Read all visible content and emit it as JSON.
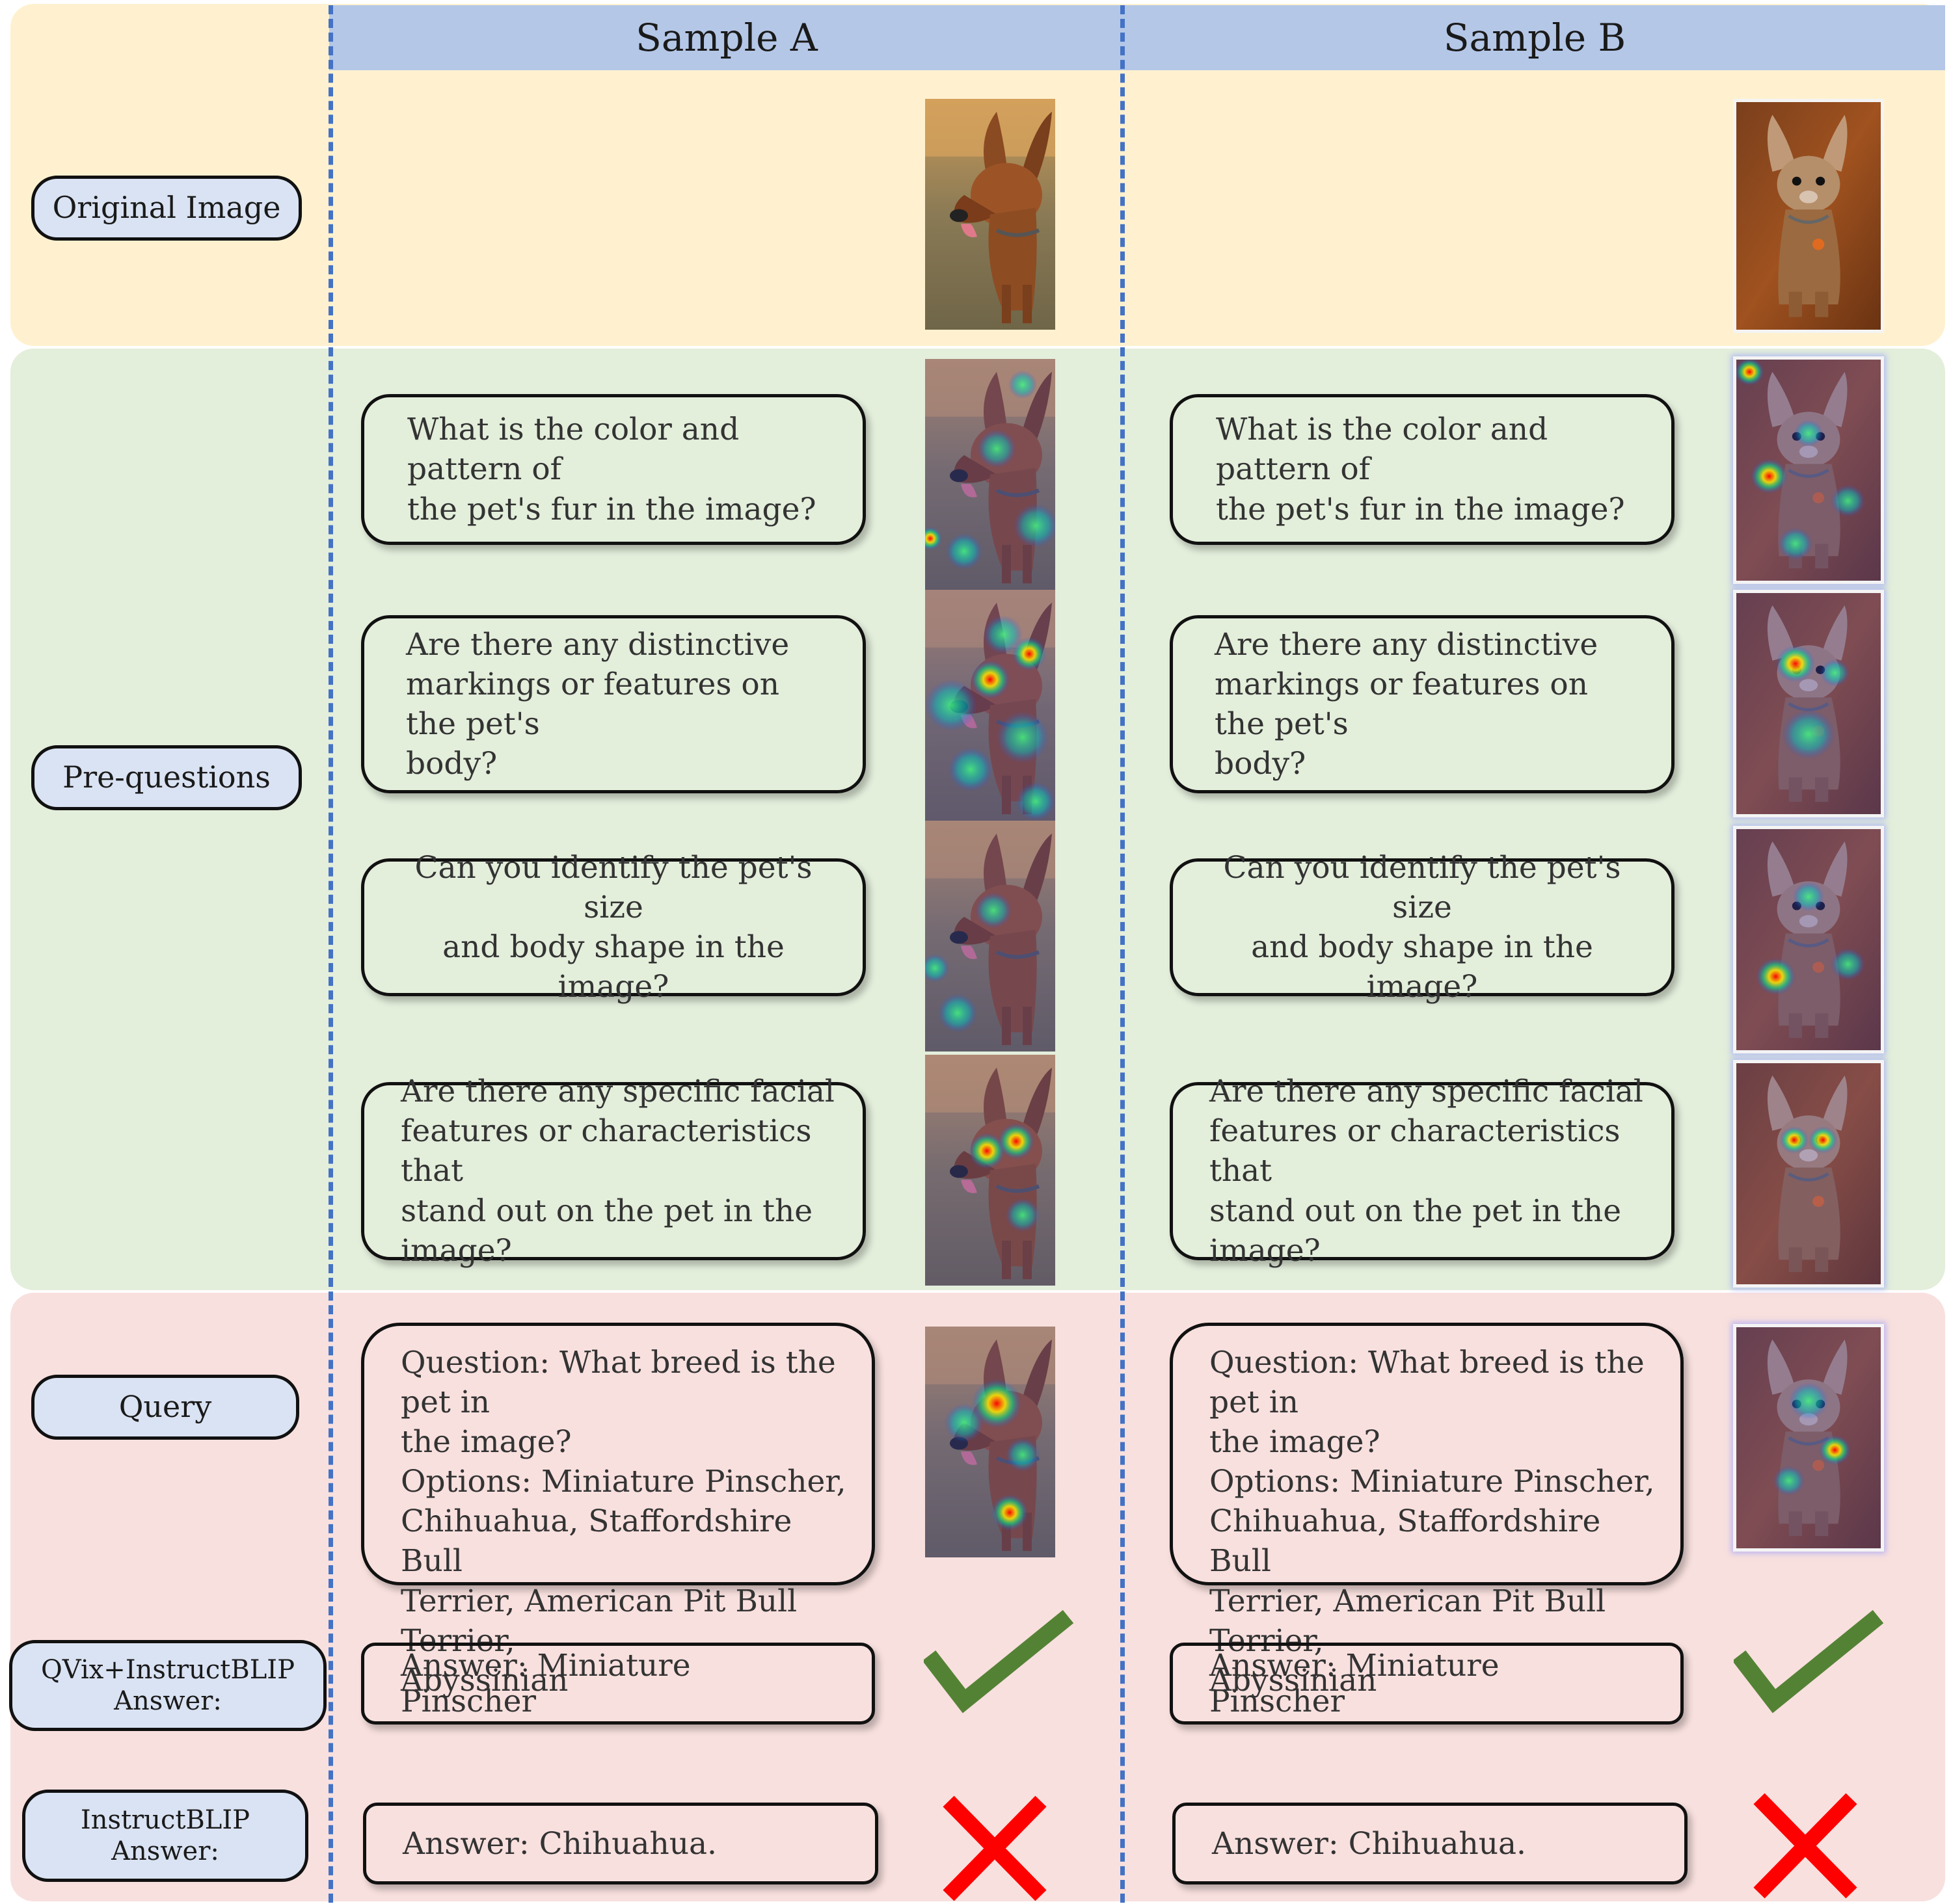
{
  "columns": {
    "sample_a": "Sample A",
    "sample_b": "Sample B"
  },
  "rows": {
    "original": "Original Image",
    "pre_questions": "Pre-questions",
    "query": "Query",
    "qvix_answer": "QVix+InstructBLIP\nAnswer:",
    "instructblip_answer": "InstructBLIP\nAnswer:"
  },
  "pre_questions": [
    "What is the color and pattern of\nthe pet's fur in the image?",
    "Are there any distinctive\nmarkings or features on the pet's\nbody?",
    "Can you identify the pet's size\nand body shape in the image?",
    "Are there any specific facial\nfeatures or characteristics that\nstand out on the pet in the image?"
  ],
  "query_text": "Question: What breed is the pet in\nthe image?\nOptions: Miniature Pinscher,\nChihuahua, Staffordshire Bull\nTerrier, American Pit Bull Terrier,\nAbyssinian",
  "answers": {
    "qvix": "Answer: Miniature Pinscher",
    "instructblip": "Answer: Chihuahua."
  },
  "results": {
    "qvix": "correct",
    "instructblip": "incorrect"
  },
  "colors": {
    "header_blue": "#b4c7e7",
    "band_yellow": "#fff1cf",
    "band_green": "#e3eedb",
    "band_red": "#f8e0de",
    "label_fill": "#dae3f3",
    "check_green": "#548235",
    "cross_red": "#ff0000",
    "divider_blue": "#4472c4"
  }
}
